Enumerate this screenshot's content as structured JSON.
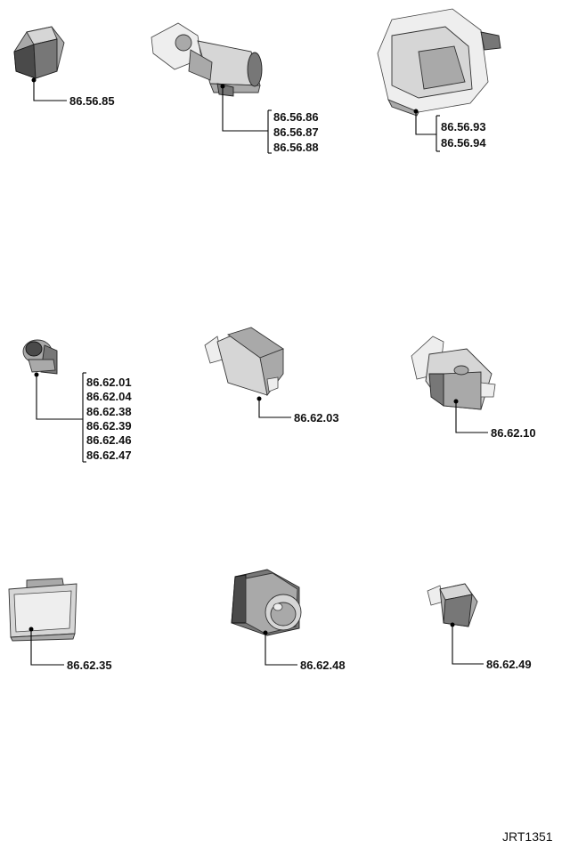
{
  "reference": "JRT1351",
  "parts": [
    {
      "id": "p1",
      "labels": [
        "86.56.85"
      ]
    },
    {
      "id": "p2",
      "labels": [
        "86.56.86",
        "86.56.87",
        "86.56.88"
      ]
    },
    {
      "id": "p3",
      "labels": [
        "86.56.93",
        "86.56.94"
      ]
    },
    {
      "id": "p4",
      "labels": [
        "86.62.01",
        "86.62.04",
        "86.62.38",
        "86.62.39",
        "86.62.46",
        "86.62.47"
      ]
    },
    {
      "id": "p5",
      "labels": [
        "86.62.03"
      ]
    },
    {
      "id": "p6",
      "labels": [
        "86.62.10"
      ]
    },
    {
      "id": "p7",
      "labels": [
        "86.62.35"
      ]
    },
    {
      "id": "p8",
      "labels": [
        "86.62.48"
      ]
    },
    {
      "id": "p9",
      "labels": [
        "86.62.49"
      ]
    }
  ]
}
